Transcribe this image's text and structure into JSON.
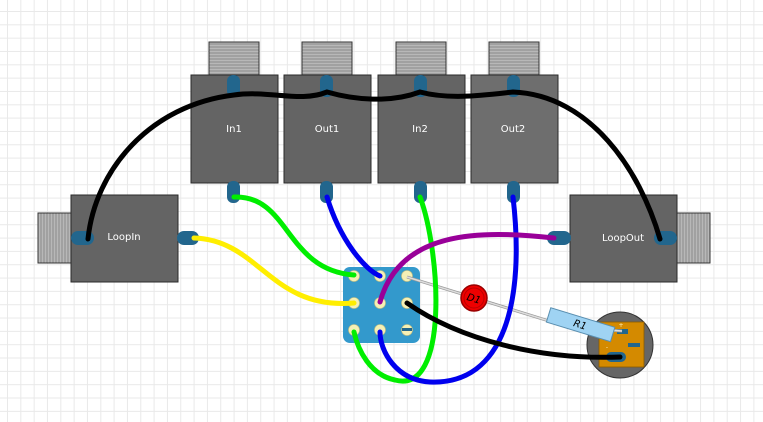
{
  "canvas": {
    "title": "Pedal wiring diagram",
    "grid": true
  },
  "jacks": {
    "in1": {
      "label": "In1"
    },
    "out1": {
      "label": "Out1"
    },
    "in2": {
      "label": "In2"
    },
    "out2": {
      "label": "Out2"
    },
    "loop_in": {
      "label": "LoopIn"
    },
    "loop_out": {
      "label": "LoopOut"
    }
  },
  "components": {
    "led": {
      "label": "D1",
      "color": "#ee0000"
    },
    "resistor": {
      "label": "R1",
      "color": "#9fd3f3"
    },
    "switch": {
      "name": "3PDT footswitch",
      "color": "#3399cc",
      "pins": 9
    },
    "dc_jack": {
      "name": "DC power jack",
      "plus": "+",
      "minus": "-",
      "color": "#d48a00"
    }
  },
  "wires": [
    {
      "name": "loop-send-return-ground",
      "color": "#000000"
    },
    {
      "name": "in1-to-switch",
      "color": "#00ee00"
    },
    {
      "name": "out1-to-switch",
      "color": "#0000ee"
    },
    {
      "name": "in2-to-switch",
      "color": "#00ee00"
    },
    {
      "name": "out2-to-switch",
      "color": "#0000ee"
    },
    {
      "name": "loopin-to-switch",
      "color": "#ffee00"
    },
    {
      "name": "loopout-to-switch",
      "color": "#990099"
    },
    {
      "name": "dc-ground-to-switch",
      "color": "#000000"
    }
  ]
}
